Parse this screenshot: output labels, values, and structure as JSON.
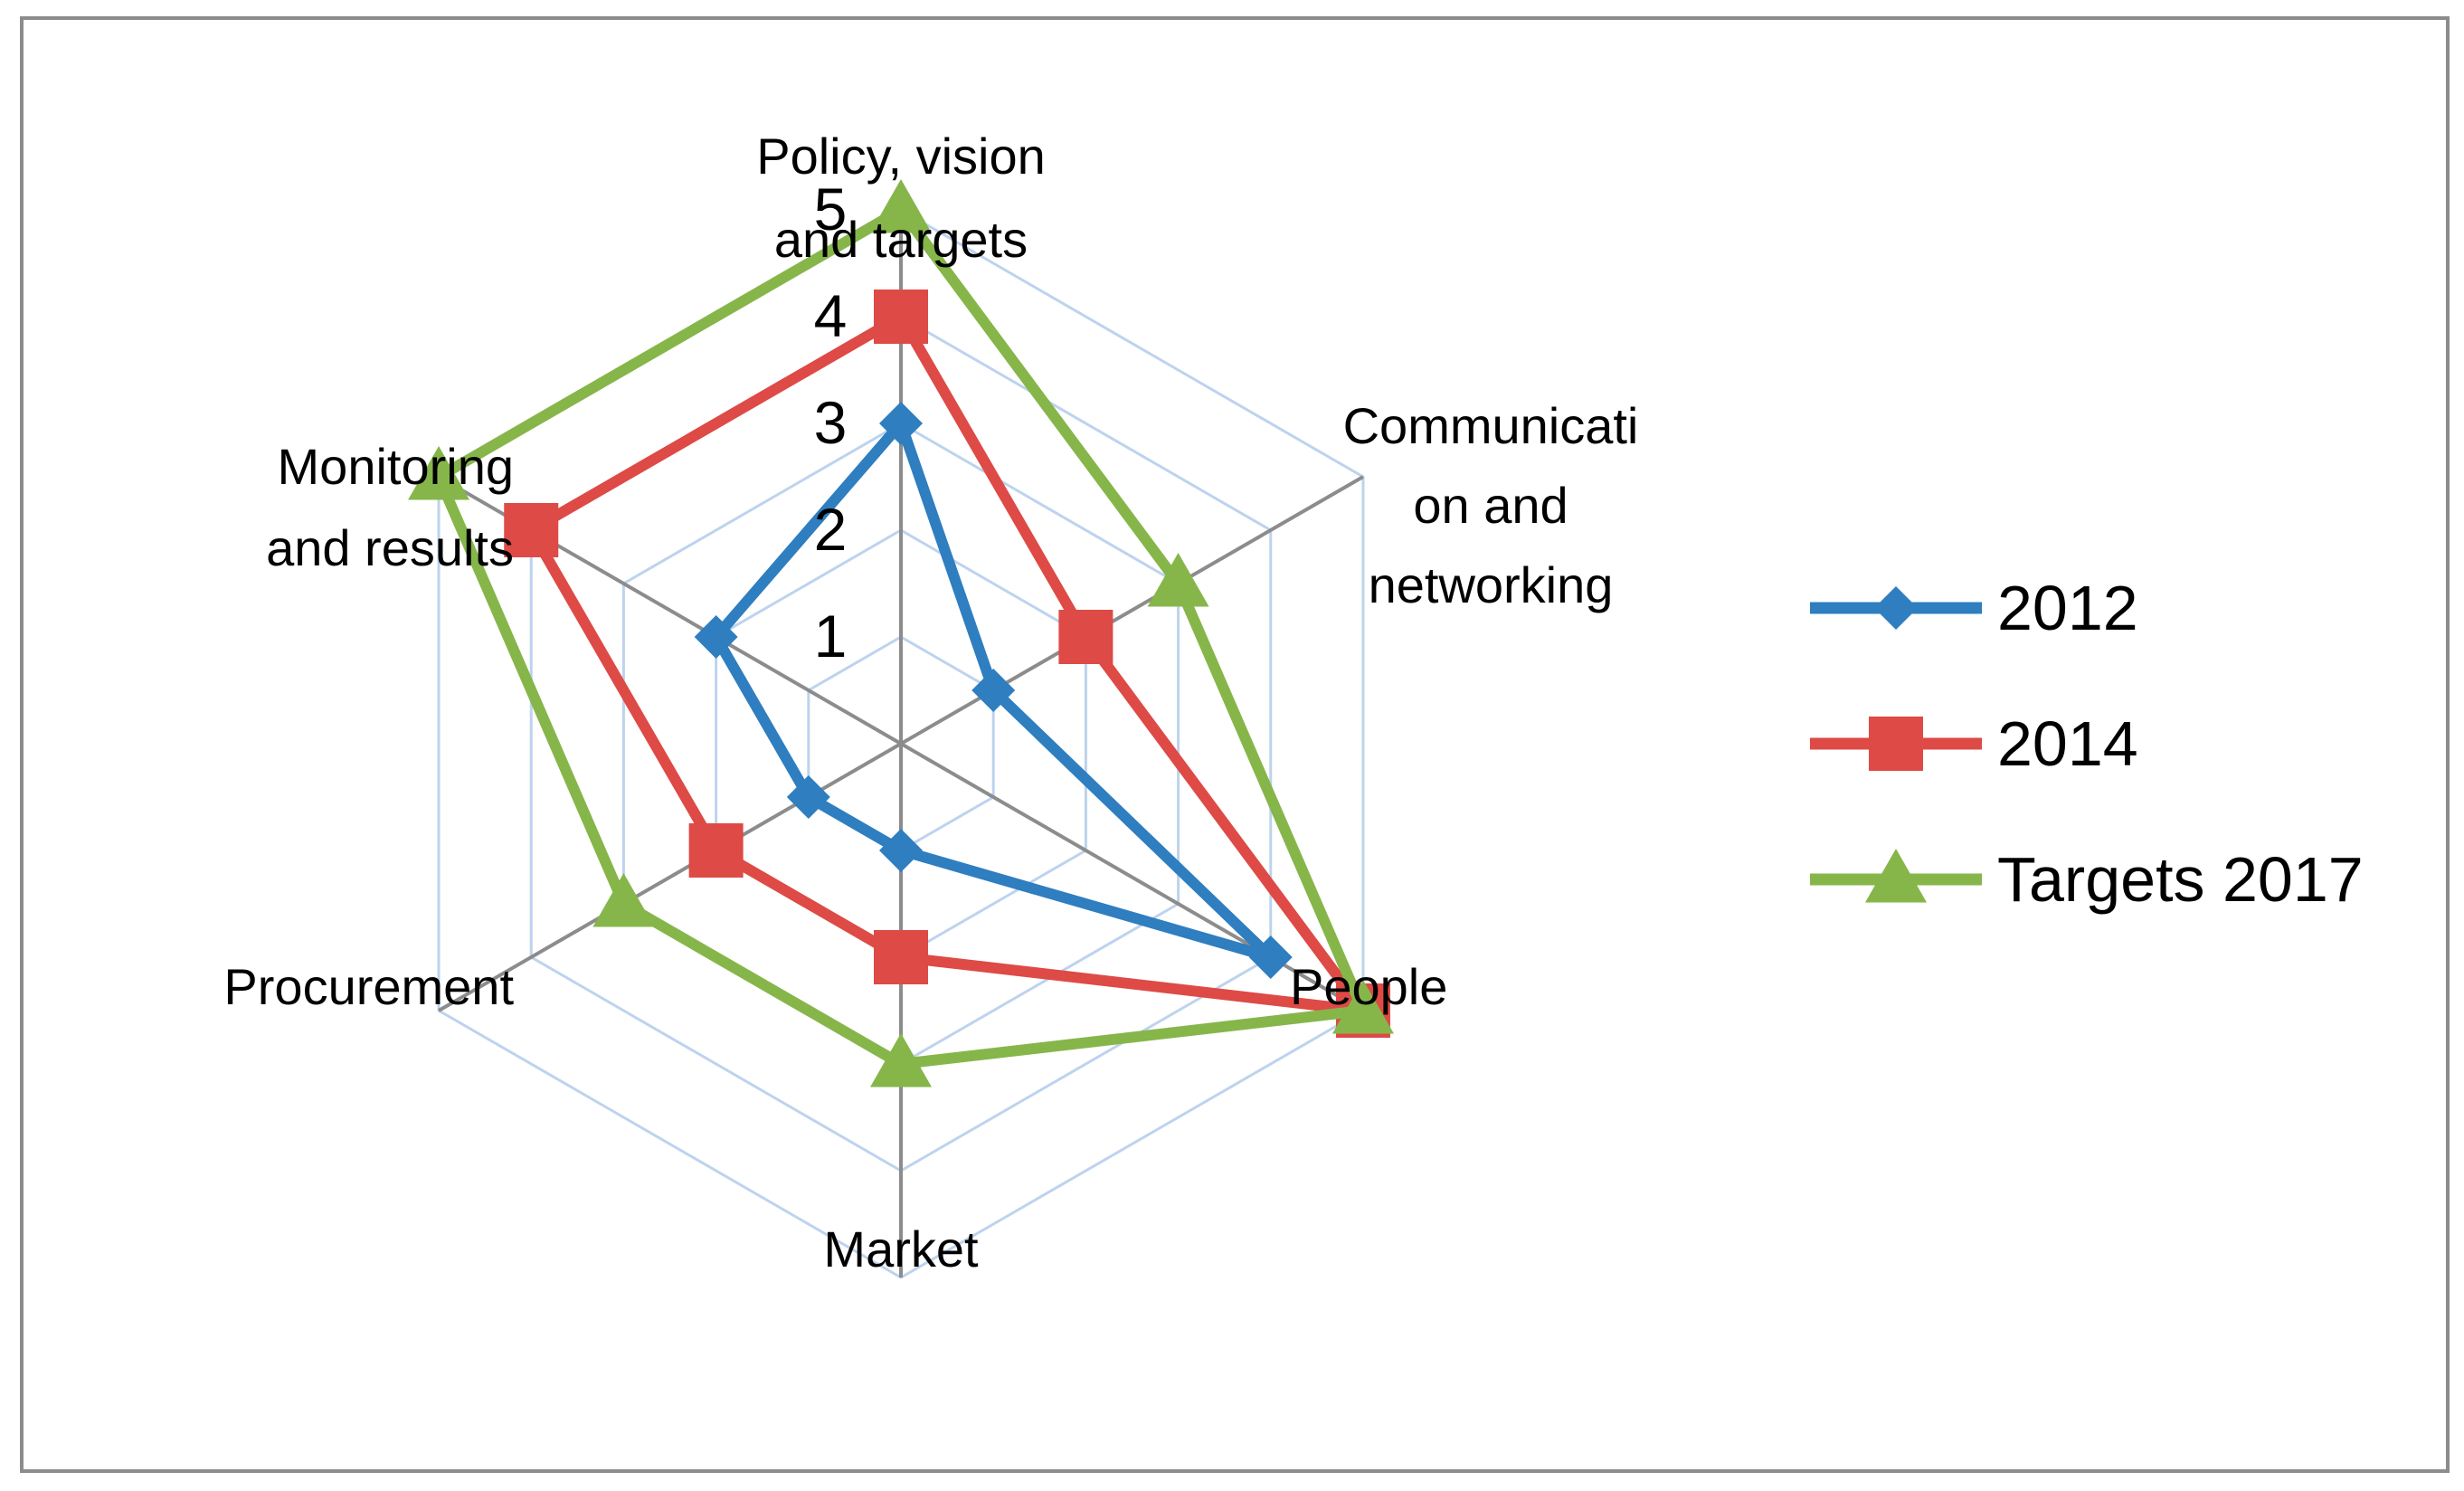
{
  "chart_data": {
    "type": "radar",
    "title": "",
    "axes": [
      {
        "lines": [
          "Policy, vision",
          "and targets"
        ]
      },
      {
        "lines": [
          "Communicati",
          "on and",
          "networking"
        ]
      },
      {
        "lines": [
          "People"
        ]
      },
      {
        "lines": [
          "Market"
        ]
      },
      {
        "lines": [
          "Procurement"
        ]
      },
      {
        "lines": [
          "Monitoring",
          "and results"
        ]
      }
    ],
    "categories": [
      "Policy, vision and targets",
      "Communication and networking",
      "People",
      "Market",
      "Procurement",
      "Monitoring and results"
    ],
    "rlim": [
      0,
      5
    ],
    "ticks": [
      "1",
      "2",
      "3",
      "4",
      "5"
    ],
    "grid": true,
    "legend_position": "right",
    "series": [
      {
        "name": "2012",
        "color": "#2E7EC0",
        "marker": "diamond",
        "values": [
          3,
          1,
          4,
          1,
          1,
          2
        ]
      },
      {
        "name": "2014",
        "color": "#DE4A45",
        "marker": "square",
        "values": [
          4,
          2,
          5,
          2,
          2,
          4
        ]
      },
      {
        "name": "Targets 2017",
        "color": "#86B64A",
        "marker": "triangle",
        "values": [
          5,
          3,
          5,
          3,
          3,
          5
        ]
      }
    ]
  }
}
